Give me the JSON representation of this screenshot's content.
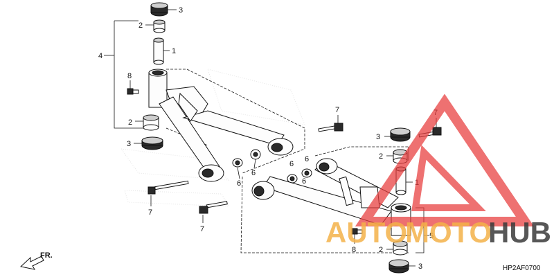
{
  "diagram_code": "HP2AF0700",
  "direction_label": "FR.",
  "callouts": {
    "c1": "3",
    "c2": "2",
    "c3": "1",
    "c4": "4",
    "c5": "8",
    "c6": "2",
    "c7": "3",
    "c8": "7",
    "c9": "7",
    "c10": "7",
    "c11": "6",
    "c12": "6",
    "c13": "6",
    "c14": "6",
    "c15": "6",
    "c16": "7",
    "c17": "3",
    "c18": "2",
    "c19": "1",
    "c20": "5",
    "c21": "8",
    "c22": "2",
    "c23": "3"
  },
  "watermark": {
    "word_a": "AUTO",
    "word_b": "MOTO",
    "word_c": "HUB",
    "color_a": "#f4b24a",
    "color_c": "#3a3a3a",
    "triangle_color": "#e83b3b"
  }
}
